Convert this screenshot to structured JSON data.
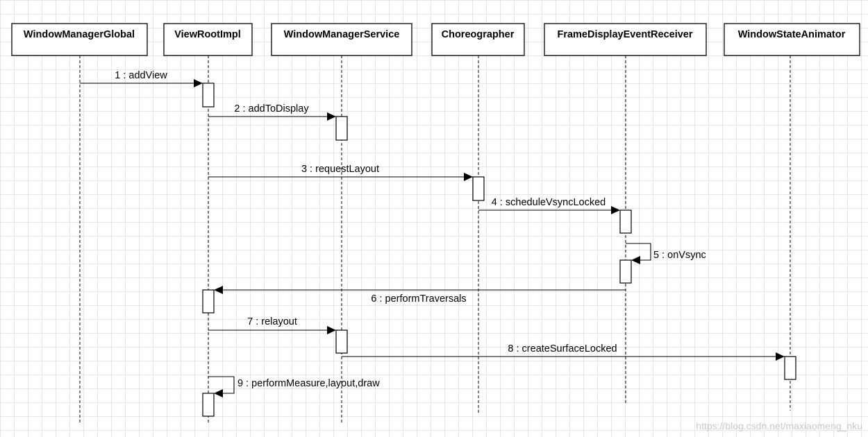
{
  "lifelines": [
    {
      "id": "wmg",
      "name": "WindowManagerGlobal"
    },
    {
      "id": "vri",
      "name": "ViewRootImpl"
    },
    {
      "id": "wms",
      "name": "WindowManagerService"
    },
    {
      "id": "cho",
      "name": "Choreographer"
    },
    {
      "id": "fde",
      "name": "FrameDisplayEventReceiver"
    },
    {
      "id": "wsa",
      "name": "WindowStateAnimator"
    }
  ],
  "messages": [
    {
      "label": "1 : addView",
      "from": "wmg",
      "to": "vri"
    },
    {
      "label": "2 : addToDisplay",
      "from": "vri",
      "to": "wms"
    },
    {
      "label": "3 : requestLayout",
      "from": "vri",
      "to": "cho"
    },
    {
      "label": "4 : scheduleVsyncLocked",
      "from": "cho",
      "to": "fde"
    },
    {
      "label": "5 : onVsync",
      "from": "fde",
      "to": "fde"
    },
    {
      "label": "6 : performTraversals",
      "from": "fde",
      "to": "vri"
    },
    {
      "label": "7 : relayout",
      "from": "vri",
      "to": "wms"
    },
    {
      "label": "8 : createSurfaceLocked",
      "from": "wms",
      "to": "wsa"
    },
    {
      "label": "9 : performMeasure,layout,draw",
      "from": "vri",
      "to": "vri"
    }
  ],
  "watermark": "https://blog.csdn.net/maxiaomeng_nku"
}
